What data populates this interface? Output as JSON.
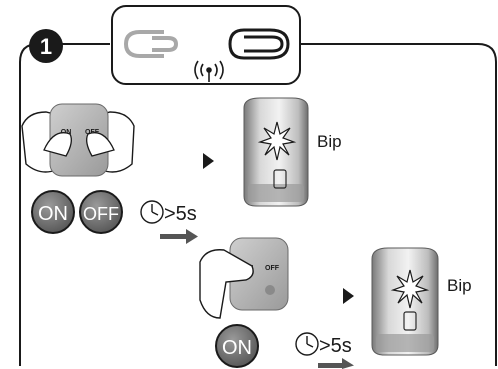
{
  "step": {
    "number": "1"
  },
  "step1": {
    "on_button": "ON",
    "off_button": "OFF",
    "remote_on_text": "ON",
    "remote_off_text": "OFF",
    "duration": ">5s",
    "result": "Bip"
  },
  "step2": {
    "on_button": "ON",
    "remote_on_text": "ON",
    "remote_off_text": "OFF",
    "duration": ">5s",
    "result": "Bip"
  },
  "icons": [
    "chain-link-icon",
    "wireless-signal-icon",
    "chain-link-icon",
    "timer-icon",
    "arrow-right-icon",
    "play-arrow-icon",
    "star-burst-icon"
  ],
  "colors": {
    "ink": "#1a1a1a",
    "button": "#6f6f6f",
    "device": "#b5b5b5",
    "arrow": "#555555"
  }
}
